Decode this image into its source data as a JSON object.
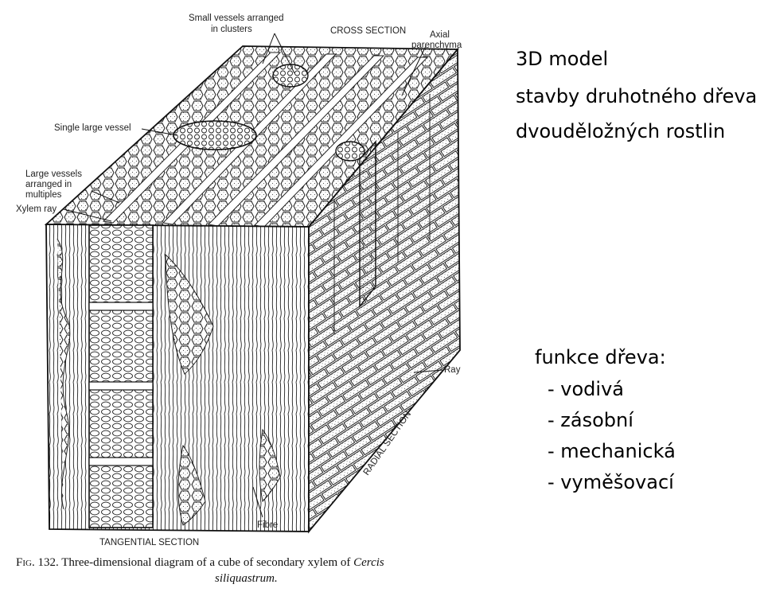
{
  "slide": {
    "title_lines": [
      "3D model",
      "stavby druhotného dřeva",
      "dvouděložných rostlin"
    ],
    "functions_heading": "funkce dřeva:",
    "functions": [
      "- vodivá",
      "- zásobní",
      "- mechanická",
      "- vyměšovací"
    ]
  },
  "diagram": {
    "labels": {
      "small_vessels_1": "Small vessels arranged",
      "small_vessels_2": "in clusters",
      "cross_section": "CROSS SECTION",
      "axial_1": "Axial",
      "axial_2": "parenchyma",
      "single_vessel": "Single large vessel",
      "large_multi_1": "Large vessels",
      "large_multi_2": "arranged in",
      "large_multi_3": "multiples",
      "xylem_ray": "Xylem ray",
      "ray": "Ray",
      "radial_section": "RADIAL SECTION",
      "fibre": "Fibre",
      "tangential_section": "TANGENTIAL SECTION"
    },
    "caption": {
      "fig": "Fig. 132.",
      "text": "Three-dimensional diagram of a cube of secondary xylem of",
      "species_1": "Cercis",
      "species_2": "siliquastrum."
    }
  }
}
